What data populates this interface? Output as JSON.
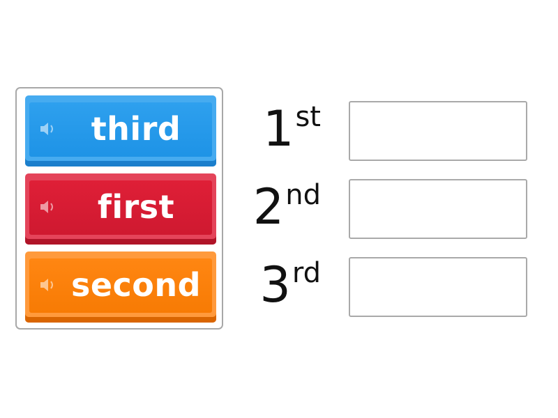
{
  "tiles": [
    {
      "label": "third",
      "color": "#1e93e6",
      "icon": "speaker-icon"
    },
    {
      "label": "first",
      "color": "#d41c33",
      "icon": "speaker-icon"
    },
    {
      "label": "second",
      "color": "#f97d06",
      "icon": "speaker-icon"
    }
  ],
  "targets": [
    {
      "number": "1",
      "suffix": "st",
      "value": ""
    },
    {
      "number": "2",
      "suffix": "nd",
      "value": ""
    },
    {
      "number": "3",
      "suffix": "rd",
      "value": ""
    }
  ]
}
